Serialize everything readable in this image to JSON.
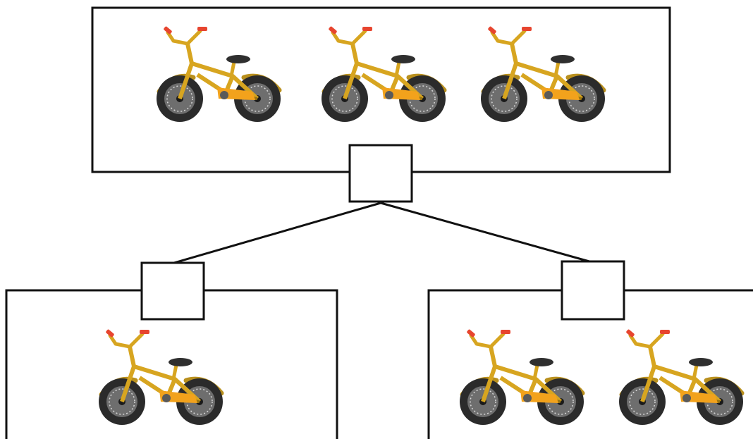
{
  "diagram": {
    "kind": "part-part-whole",
    "item_icon": "bicycle-icon",
    "colors": {
      "line": "#111111",
      "frame": "#111111",
      "bike_frame": "#d7a520",
      "bike_frame_dark": "#9a7410",
      "tire": "#2b2b2b",
      "rim": "#6e6e6e",
      "spoke": "#d9d9d9",
      "fender": "#b9901e",
      "seat": "#2f2f2f",
      "grip": "#e7452f",
      "chain_guard": "#f2a21c"
    },
    "whole": {
      "bicycle_count": 3,
      "answer_box": ""
    },
    "parts": [
      {
        "side": "left",
        "bicycle_count": 1,
        "answer_box": ""
      },
      {
        "side": "right",
        "bicycle_count": 2,
        "answer_box": ""
      }
    ]
  }
}
